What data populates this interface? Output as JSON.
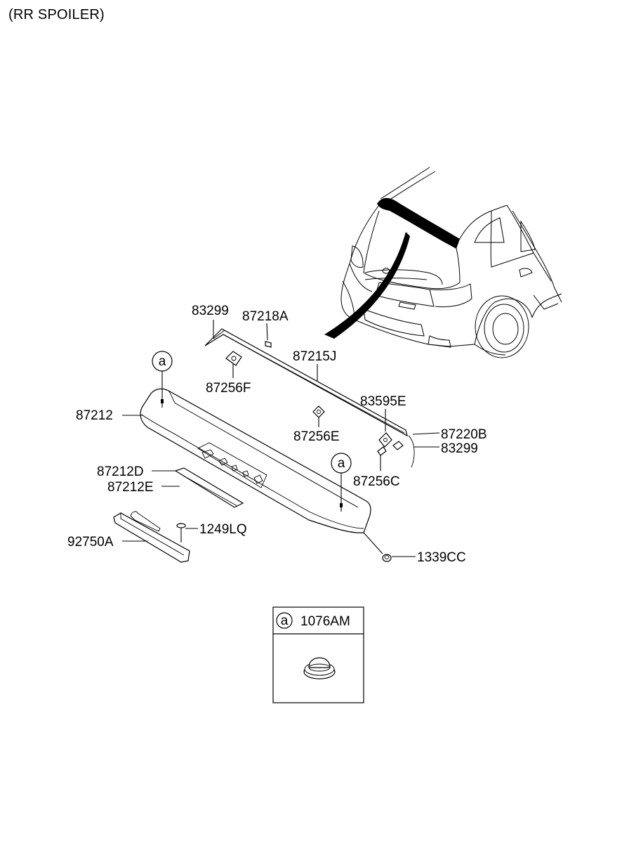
{
  "title": "(RR SPOILER)",
  "callout_letter": "a",
  "legend": {
    "letter": "a",
    "part": "1076AM"
  },
  "labels": {
    "p83299_top": "83299",
    "p87218A": "87218A",
    "p87215J": "87215J",
    "p87256F": "87256F",
    "p87212": "87212",
    "p87256E": "87256E",
    "p83595E": "83595E",
    "p87220B": "87220B",
    "p83299_right": "83299",
    "p87256C": "87256C",
    "p87212D": "87212D",
    "p87212E": "87212E",
    "p1249LQ": "1249LQ",
    "p92750A": "92750A",
    "p1339CC": "1339CC"
  },
  "colors": {
    "ink": "#000000",
    "paper": "#ffffff",
    "highlight": "#000000"
  }
}
